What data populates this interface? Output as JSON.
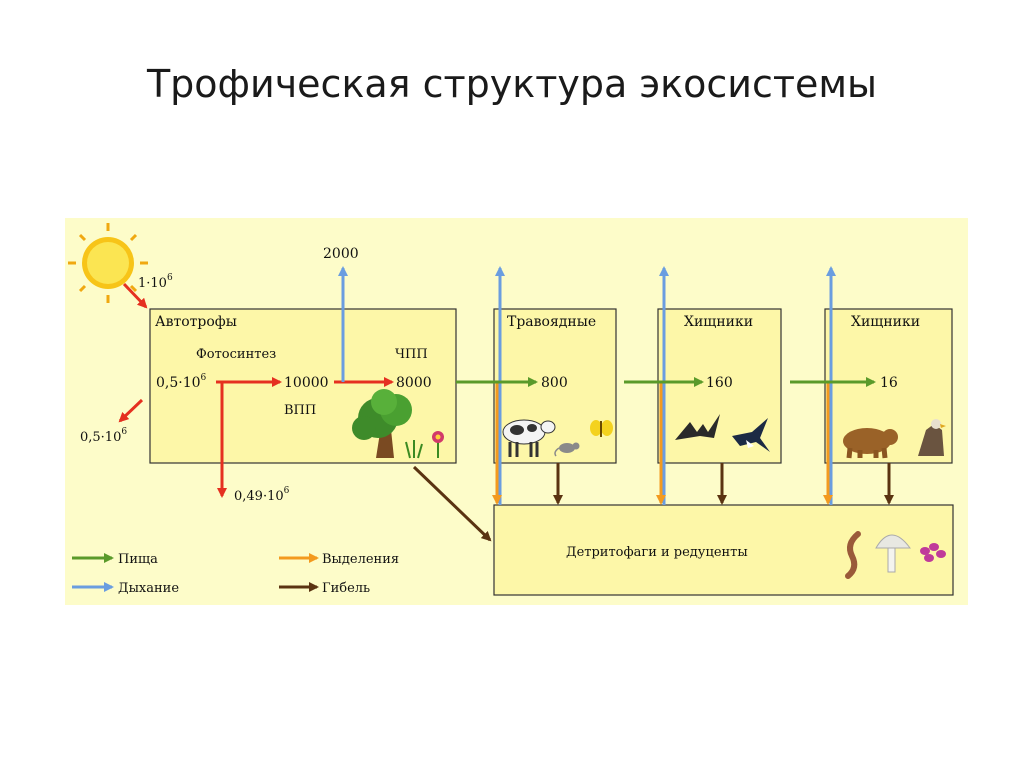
{
  "title": "Трофическая структура экосистемы",
  "sun": {
    "energy_in": "1·10",
    "energy_in_sup": "6"
  },
  "autotrophs": {
    "label": "Автотрофы",
    "photosynthesis": "Фотосинтез",
    "npp_label": "ЧПП",
    "gpp_label": "ВПП",
    "photosynthesis_in": "0,5·10",
    "photosynthesis_in_sup": "6",
    "gpp_value": "10000",
    "npp_value": "8000"
  },
  "reflected": {
    "value": "0,5·10",
    "sup": "6"
  },
  "lost_down": {
    "value": "0,49·10",
    "sup": "6"
  },
  "respiration_top": "2000",
  "herbivores": {
    "label": "Травоядные",
    "value": "800"
  },
  "carnivores1": {
    "label": "Хищники",
    "value": "160"
  },
  "carnivores2": {
    "label": "Хищники",
    "value": "16"
  },
  "decomposers": {
    "label": "Детритофаги и редуценты"
  },
  "legend": {
    "food": "Пища",
    "respiration": "Дыхание",
    "excretion": "Выделения",
    "death": "Гибель"
  },
  "colors": {
    "food": "#5a9a2a",
    "respiration": "#6a9de0",
    "excretion": "#f39a1e",
    "death": "#5a3311",
    "solar": "#e53020",
    "panel": "#fdfcc9"
  }
}
